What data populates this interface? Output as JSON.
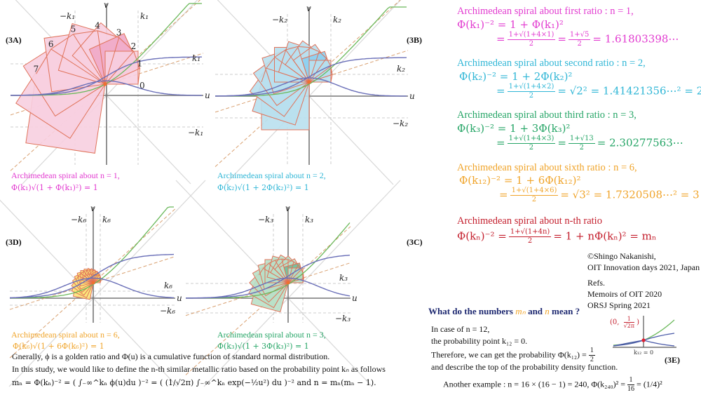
{
  "panels": [
    {
      "id": "3A",
      "label": "(3A)",
      "v": "v",
      "u": "u",
      "k_pos": "k₁",
      "k_neg": "−k₁",
      "k_right": "k₁",
      "k_right_neg": "−k₁",
      "fill": "#f7cfe0",
      "dark": "#efa9c8",
      "numbers": [
        "0",
        "1",
        "2",
        "3",
        "4",
        "5",
        "6",
        "7"
      ],
      "caption1": "Archimedean spiral about n = 1,",
      "caption2": "Φ(k₁)√(1 + Φ(k₁)²) = 1"
    },
    {
      "id": "3B",
      "label": "(3B)",
      "v": "v",
      "u": "u",
      "k_pos": "k₂",
      "k_neg": "−k₂",
      "k_right": "k₂",
      "k_right_neg": "−k₂",
      "fill": "#b9e0ee",
      "dark": "#8ccff0",
      "caption1": "Archimedean spiral about n = 2,",
      "caption2": "Φ(k₂)√(1 + 2Φ(k₂)²) = 1"
    },
    {
      "id": "3D",
      "label": "(3D)",
      "v": "v",
      "u": "u",
      "k_pos": "k₆",
      "k_neg": "−k₆",
      "k_right": "k₆",
      "k_right_neg": "−k₆",
      "fill": "#fbe67a",
      "dark": "#f6c23a",
      "caption1": "Archimedean spiral about n = 6,",
      "caption2": "Φ(k₆)√(1 + 6Φ(k₆)²) = 1"
    },
    {
      "id": "3C",
      "label": "(3C)",
      "v": "v",
      "u": "u",
      "k_pos": "k₃",
      "k_neg": "−k₃",
      "k_right": "k₃",
      "k_right_neg": "−k₃",
      "fill": "#b9e0c8",
      "dark": "#6fbf9a",
      "caption1": "Archimedean spiral about n = 3,",
      "caption2": "Φ(k₃)√(1 + 3Φ(k₃)²) = 1"
    }
  ],
  "right": {
    "b1": {
      "title": "Archimedean spiral about first ratio : n = 1,",
      "eq": "Φ(k₁)⁻² = 1 + Φ(k₁)²",
      "num": "1+√(1+4×1)",
      "den": "2",
      "num2": "1+√5",
      "den2": "2",
      "tail": "= 1.61803398⋯"
    },
    "b2": {
      "title": "Archimedean spiral about second ratio : n = 2,",
      "eq": "Φ(k₂)⁻² = 1 + 2Φ(k₂)²",
      "num": "1+√(1+4×2)",
      "den": "2",
      "tail": "= √2² = 1.41421356⋯² = 2"
    },
    "b3": {
      "title": "Archimedean spiral about third ratio : n = 3,",
      "eq": "Φ(k₃)⁻² = 1 + 3Φ(k₃)²",
      "num": "1+√(1+4×3)",
      "den": "2",
      "num2": "1+√13",
      "den2": "2",
      "tail": "= 2.30277563⋯"
    },
    "b4": {
      "title": "Archimedean spiral about sixth ratio : n = 6,",
      "eq": "Φ(k₁₂)⁻² = 1 + 6Φ(k₁₂)²",
      "num": "1+√(1+4×6)",
      "den": "2",
      "tail": "= √3² = 1.7320508⋯² = 3"
    },
    "b5": {
      "title": "Archimedean spiral about n-th ratio",
      "eq_pre": "Φ(kₙ)⁻² =",
      "num": "1+√(1+4n)",
      "den": "2",
      "tail": "= 1 + nΦ(kₙ)² = mₙ"
    }
  },
  "credits": {
    "line1": "©Shingo  Nakanishi,",
    "line2": "OIT Innovation  days 2021, Japan",
    "refs": "Refs.",
    "ref1": "Memoirs of OIT 2020",
    "ref2": "ORSJ Spring  2021"
  },
  "question": {
    "pre": "What do the numbers ",
    "mn": "mₙ",
    "and": " and ",
    "n": "n",
    "post": " mean ?"
  },
  "explain": {
    "l1": "In case of  n = 12,",
    "l2": "the probability  point  k₁₂ = 0.",
    "l3": "Therefore,  we can get the probability  Φ(k₁₂) =",
    "l3num": "1",
    "l3den": "2",
    "l4": "and describe the top of the probability  density  function.",
    "l5": "Another example  : n = 16 × (16 − 1) = 240, Φ(k₂₄₀)² =",
    "l5num": "1",
    "l5den": "16",
    "l5tail": "= (1/4)²"
  },
  "inset": {
    "label": "(3E)",
    "point_pre": "(0, ",
    "point_num": "1",
    "point_den": "√2π",
    "point_post": ")",
    "axis": "k₁₂ = 0"
  },
  "bottom": {
    "l1": "Gnerally,  ϕ is a golden  ratio and  Φ(u) is a cumulative  function  of standard normal distribution.",
    "l2": "In this study,  we would like to define  the n-th similar  metallic  ratio based on the probability  point  kₙ as follows",
    "l3": "mₙ = Φ(kₙ)⁻² = ( ∫₋∞^kₙ ϕ(u)du )⁻² = ( (1/√2π) ∫₋∞^kₙ exp(−½u²) du )⁻²  and  n = mₙ(mₙ − 1)."
  },
  "colors": {
    "magenta": "#e23bd0",
    "cyan": "#2fb6d6",
    "green": "#25a566",
    "orange": "#f0a42a",
    "red": "#c4202e",
    "navy": "#1d2870",
    "curve_blue": "#6a6fb8",
    "curve_green": "#6ab85a",
    "spiral_edge": "#e0735a"
  }
}
